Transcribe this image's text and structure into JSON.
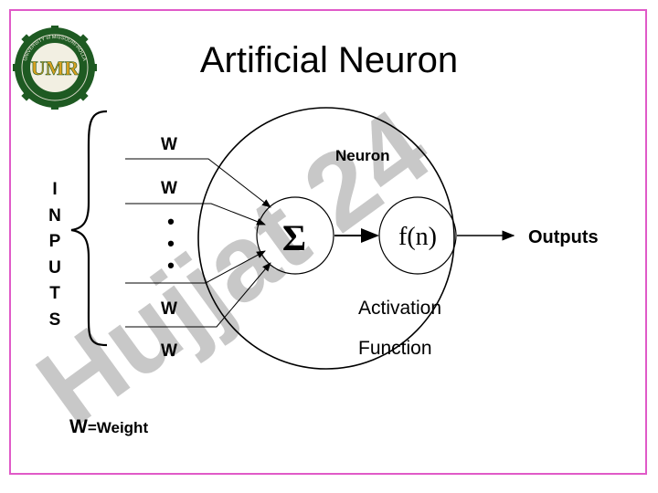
{
  "slide": {
    "title": "Artificial Neuron",
    "frame_color": "#e05ac8",
    "watermark_color": "#c8c8c8"
  },
  "logo": {
    "text": "UNIVERSITY of MISSOURI-ROLLA",
    "initials": "UMR",
    "colors": {
      "gear": "#1e5a22",
      "letters": "#d8a020"
    }
  },
  "watermark": {
    "text": "Hujjat 24"
  },
  "diagram": {
    "inputs_label": [
      "I",
      "N",
      "P",
      "U",
      "T",
      "S"
    ],
    "weights": [
      "W",
      "W",
      "W",
      "W"
    ],
    "ellipsis": "•",
    "neuron_label": "Neuron",
    "sum_symbol": "Σ",
    "activation_symbol": "f(n)",
    "activation_label_line1": "Activation",
    "activation_label_line2": "Function",
    "output_label": "Outputs"
  },
  "legend": {
    "symbol": "W",
    "text": "=Weight"
  }
}
